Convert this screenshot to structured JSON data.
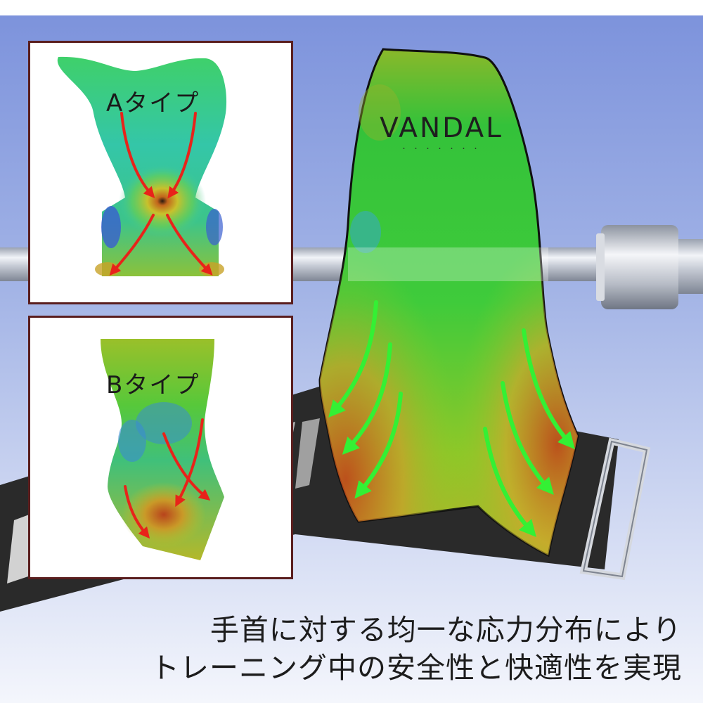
{
  "brand": {
    "logo_text": "VANDAL",
    "logo_dots": "・・・・・・・"
  },
  "type_a": {
    "label": "Aタイプ"
  },
  "type_b": {
    "label": "Bタイプ"
  },
  "caption": {
    "line1": "手首に対する均一な応力分布により",
    "line2": "トレーニング中の安全性と快適性を実現"
  },
  "colors": {
    "background_top": "#7d93dc",
    "inset_border": "#5a1e1e",
    "stress_arrow_bad": "#e8231a",
    "stress_arrow_good": "#2ee82e",
    "heatmap_green": "#3fc23f",
    "heatmap_orange": "#c87a1e",
    "strap": "#2a2a2a"
  }
}
